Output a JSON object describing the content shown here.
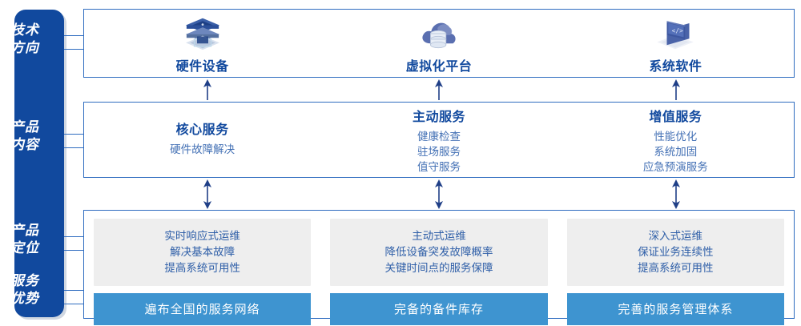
{
  "rail": {
    "labels": [
      {
        "name": "tech-direction",
        "lines": [
          "技术",
          "方向"
        ]
      },
      {
        "name": "product-content",
        "lines": [
          "产品",
          "内容"
        ]
      },
      {
        "name": "product-position",
        "lines": [
          "产品",
          "定位"
        ]
      },
      {
        "name": "service-advantage",
        "lines": [
          "服务",
          "优势"
        ]
      }
    ]
  },
  "tech_row": {
    "items": [
      {
        "icon": "server-stack-icon",
        "title": "硬件设备"
      },
      {
        "icon": "cloud-database-icon",
        "title": "虚拟化平台"
      },
      {
        "icon": "laptop-code-icon",
        "title": "系统软件"
      }
    ]
  },
  "content_row": {
    "items": [
      {
        "title": "核心服务",
        "list": [
          "硬件故障解决"
        ]
      },
      {
        "title": "主动服务",
        "list": [
          "健康检查",
          "驻场服务",
          "值守服务"
        ]
      },
      {
        "title": "增值服务",
        "list": [
          "性能优化",
          "系统加固",
          "应急预演服务"
        ]
      }
    ]
  },
  "bottom_row": {
    "items": [
      {
        "lines": [
          "实时响应式运维",
          "解决基本故障",
          "提高系统可用性"
        ],
        "bar": "遍布全国的服务网络"
      },
      {
        "lines": [
          "主动式运维",
          "降低设备突发故障概率",
          "关键时间点的服务保障"
        ],
        "bar": "完备的备件库存"
      },
      {
        "lines": [
          "深入式运维",
          "保证业务连续性",
          "提高系统可用性"
        ],
        "bar": "完善的服务管理体系"
      }
    ]
  },
  "colors": {
    "rail_blue": "#11499e",
    "border_blue": "#2f6cc0",
    "title_blue": "#11499e",
    "text_blue": "#4471b5",
    "bar_blue": "#3e94d0",
    "card_gray": "#eeeeee",
    "arrow_navy": "#1f3f87"
  }
}
